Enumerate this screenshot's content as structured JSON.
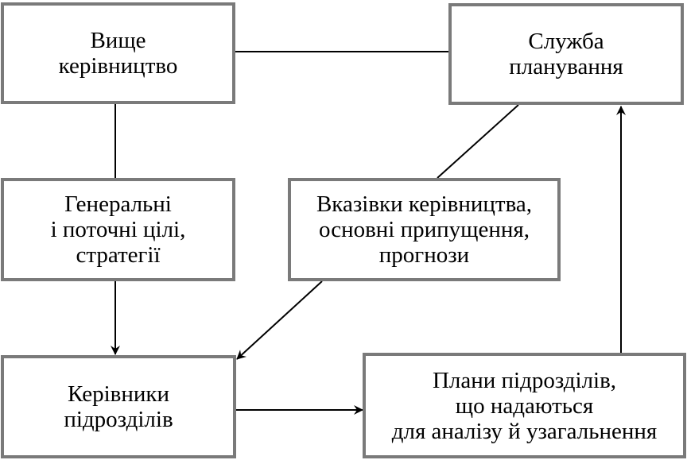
{
  "diagram": {
    "boxes": {
      "top_management": {
        "lines": [
          "Вище",
          "керівництво"
        ]
      },
      "planning_service": {
        "lines": [
          "Служба",
          "планування"
        ]
      },
      "goals_strategies": {
        "lines": [
          "Генеральні",
          "і поточні цілі,",
          "стратегії"
        ]
      },
      "instructions": {
        "lines": [
          "Вказівки керівництва,",
          "основні припущення,",
          "прогнози"
        ]
      },
      "division_managers": {
        "lines": [
          "Керівники",
          "підрозділів"
        ]
      },
      "division_plans": {
        "lines": [
          "Плани підрозділів,",
          "що надаються",
          "для аналізу й узагальнення"
        ]
      }
    },
    "colors": {
      "border": "#7a7a7a",
      "line": "#000000",
      "background": "#ffffff"
    }
  }
}
